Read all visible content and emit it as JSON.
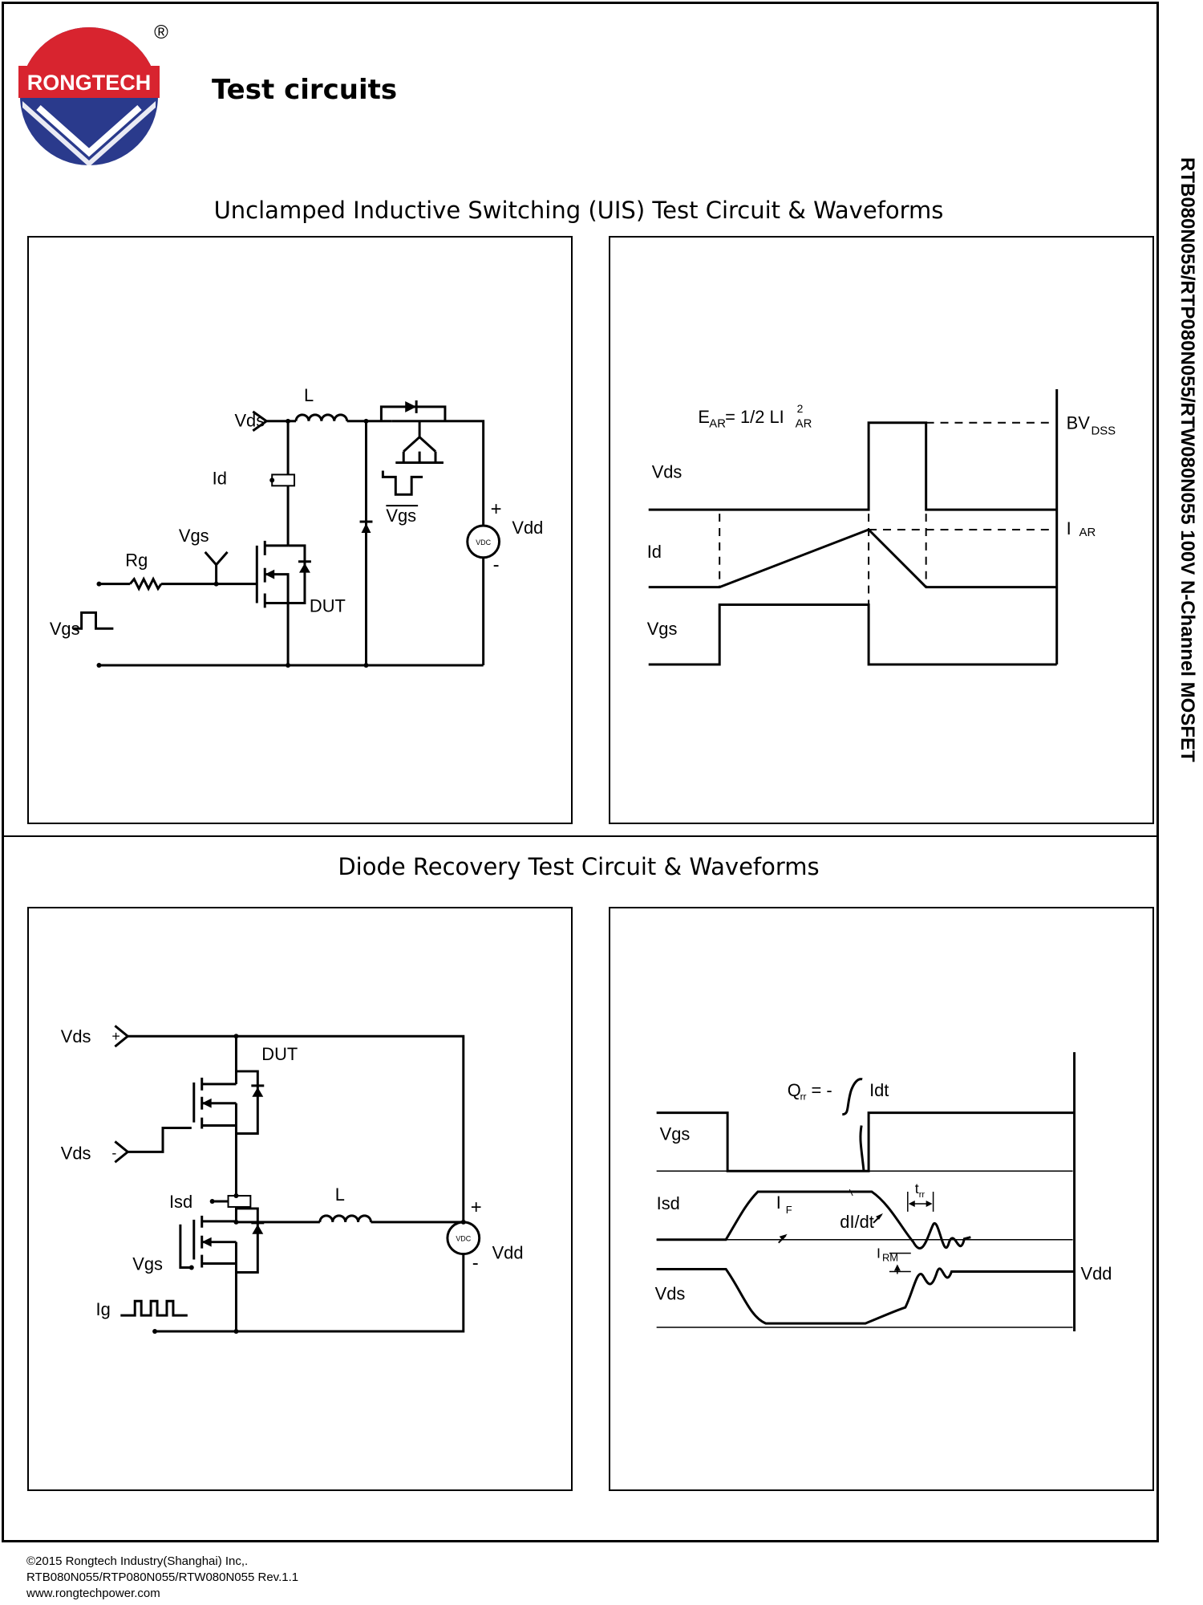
{
  "header": {
    "logo_text": "RONGTECH",
    "registered_mark": "®",
    "page_title": "Test circuits"
  },
  "side_title": "RTB080N055/RTP080N055/RTW080N055 100V N-Channel MOSFET",
  "uis": {
    "section_title": "Unclamped Inductive Switching (UIS) Test Circuit & Waveforms",
    "circuit": {
      "vds": "Vds",
      "l": "L",
      "id": "Id",
      "vgs": "Vgs",
      "rg": "Rg",
      "dut": "DUT",
      "vgs_bar": "Vgs",
      "vdd": "Vdd",
      "vdc": "VDC",
      "plus": "+",
      "minus": "-",
      "vgs_source": "Vgs"
    },
    "waveform": {
      "ear": "E",
      "ear_sub": "AR",
      "ear_eq": "= 1/2 LI",
      "ear_sup": "2",
      "ear_sub2": "AR",
      "bv": "BV",
      "bv_sub": "DSS",
      "iar": "I",
      "iar_sub": "AR",
      "vds": "Vds",
      "id": "Id",
      "vgs": "Vgs"
    }
  },
  "diode": {
    "section_title": "Diode Recovery Test Circuit & Waveforms",
    "circuit": {
      "vds_plus": "Vds",
      "vds_minus": "Vds",
      "plus": "+",
      "minus": "-",
      "dut": "DUT",
      "isd": "Isd",
      "l": "L",
      "vgs": "Vgs",
      "ig": "Ig",
      "vdd": "Vdd",
      "vdc": "VDC",
      "plus2": "+",
      "minus2": "-"
    },
    "waveform": {
      "qrr": "Q",
      "qrr_sub": "rr",
      "qrr_eq": "= -",
      "qrr_int": "Idt",
      "vgs": "Vgs",
      "isd": "Isd",
      "if": "I",
      "if_sub": "F",
      "didt": "dI/dt",
      "trr": "t",
      "trr_sub": "rr",
      "irm": "I",
      "irm_sub": "RM",
      "vds": "Vds",
      "vdd": "Vdd"
    }
  },
  "footer": {
    "line1": "©2015 Rongtech Industry(Shanghai)  Inc,.",
    "line2": "RTB080N055/RTP080N055/RTW080N055  Rev.1.1",
    "line3": "www.rongtechpower.com"
  }
}
